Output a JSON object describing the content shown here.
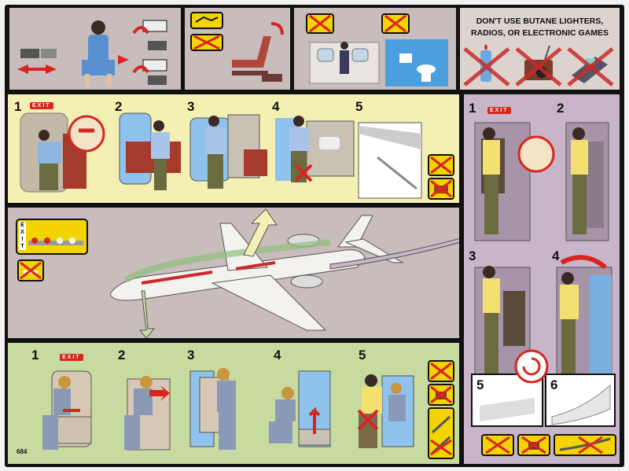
{
  "card": {
    "warning_text": "DON'T USE BUTANE LIGHTERS, RADIOS, OR ELECTRONIC GAMES",
    "exit_sign": "EXIT",
    "exit_vertical": [
      "E",
      "X",
      "I",
      "T"
    ],
    "card_code": "684",
    "door_steps": [
      "1",
      "2",
      "3",
      "4",
      "5"
    ],
    "tailcone_steps": [
      "1",
      "2",
      "3",
      "4",
      "5",
      "6"
    ],
    "overwing_steps": [
      "1",
      "2",
      "3",
      "4",
      "5"
    ],
    "colors": {
      "panel_mauve": "#c9bcbd",
      "panel_yellow": "#f4f0b3",
      "panel_green": "#c7dba0",
      "panel_lavender": "#c8b5c9",
      "warning_yellow": "#f3d400",
      "prohibit_red": "#d8261e",
      "border": "#111111"
    },
    "icons": [
      "seatbelt-icon",
      "brace-position-icon",
      "no-smoking-icon",
      "lavatory-icon",
      "lighter-icon",
      "radio-icon",
      "electronic-game-icon",
      "airplane-icon",
      "escape-arrow-icon",
      "floor-lights-icon"
    ]
  }
}
